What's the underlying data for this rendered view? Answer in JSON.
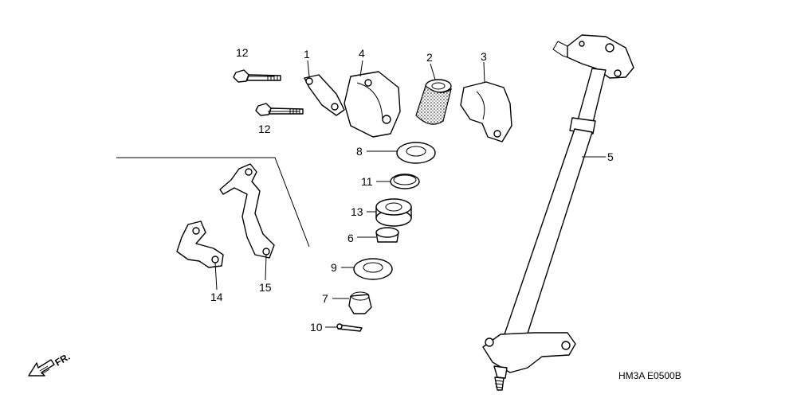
{
  "diagram": {
    "callouts": {
      "p1": "1",
      "p2": "2",
      "p3": "3",
      "p4": "4",
      "p5": "5",
      "p6": "6",
      "p7": "7",
      "p8": "8",
      "p9": "9",
      "p10": "10",
      "p11": "11",
      "p12a": "12",
      "p12b": "12",
      "p13": "13",
      "p14": "14",
      "p15": "15"
    },
    "drawing_code": "HM3A E0500B",
    "front_indicator": "FR."
  },
  "colors": {
    "ink": "#000000",
    "paper": "#ffffff"
  },
  "icons": {
    "front": "arrow-down-left-icon"
  }
}
